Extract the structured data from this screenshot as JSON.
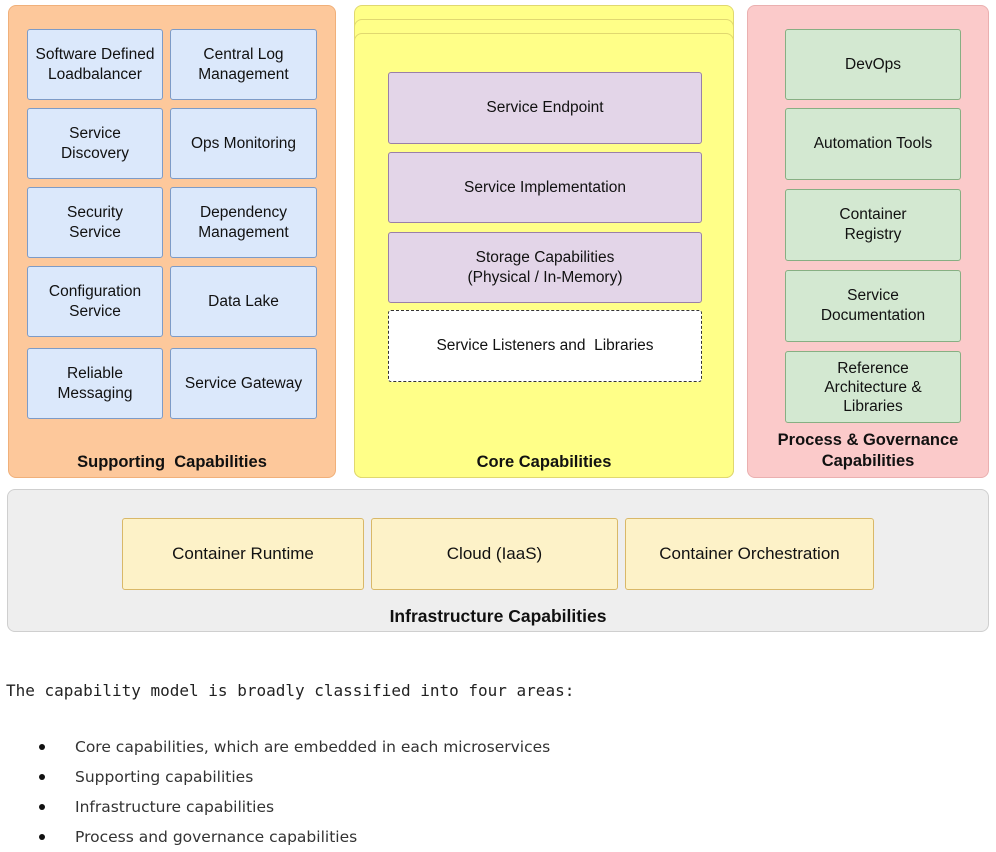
{
  "supporting": {
    "title": "Supporting  Capabilities",
    "items": [
      "Software Defined\nLoadbalancer",
      "Central Log\nManagement",
      "Service\nDiscovery",
      "Ops Monitoring",
      "Security\nService",
      "Dependency\nManagement",
      "Configuration\nService",
      "Data Lake",
      "Reliable\nMessaging",
      "Service Gateway"
    ]
  },
  "core": {
    "title": "Core Capabilities",
    "items": [
      "Service Endpoint",
      "Service Implementation",
      "Storage Capabilities\n(Physical / In-Memory)",
      "Service Listeners and  Libraries"
    ]
  },
  "process": {
    "title": "Process & Governance\nCapabilities",
    "items": [
      "DevOps",
      "Automation Tools",
      "Container\nRegistry",
      "Service\nDocumentation",
      "Reference\nArchitecture &\nLibraries"
    ]
  },
  "infrastructure": {
    "title": "Infrastructure Capabilities",
    "items": [
      "Container Runtime",
      "Cloud (IaaS)",
      "Container Orchestration"
    ]
  },
  "text": {
    "intro": "The capability model is broadly classified into four areas:",
    "bullets": [
      "Core capabilities, which are embedded in each microservices",
      "Supporting capabilities",
      "Infrastructure capabilities",
      "Process and governance capabilities"
    ]
  }
}
